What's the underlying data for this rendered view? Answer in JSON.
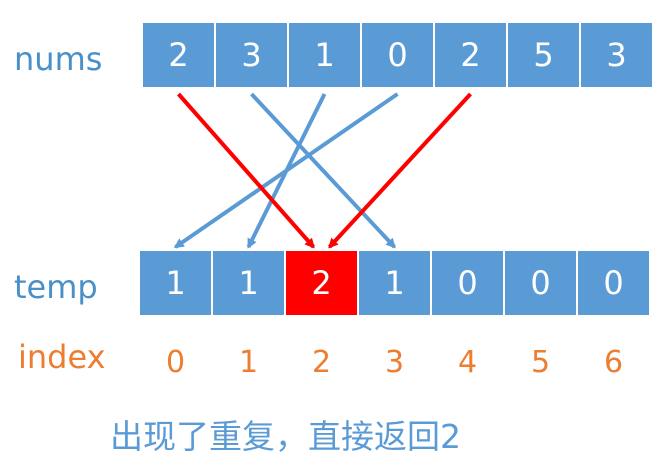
{
  "labels": {
    "nums": "nums",
    "temp": "temp",
    "index": "index"
  },
  "nums": [
    "2",
    "3",
    "1",
    "0",
    "2",
    "5",
    "3"
  ],
  "temp": [
    "1",
    "1",
    "2",
    "1",
    "0",
    "0",
    "0"
  ],
  "index": [
    "0",
    "1",
    "2",
    "3",
    "4",
    "5",
    "6"
  ],
  "highlight_temp_index": 2,
  "caption": "出现了重复，直接返回2",
  "arrows": [
    {
      "from_nums": 0,
      "to_temp": 2,
      "kind": "duplicate"
    },
    {
      "from_nums": 1,
      "to_temp": 3,
      "kind": "count"
    },
    {
      "from_nums": 2,
      "to_temp": 1,
      "kind": "count"
    },
    {
      "from_nums": 3,
      "to_temp": 0,
      "kind": "count"
    },
    {
      "from_nums": 4,
      "to_temp": 2,
      "kind": "duplicate"
    }
  ],
  "colors": {
    "cell_fill": "#5b9bd5",
    "cell_highlight": "#ff0000",
    "cell_stroke": "#ffffff",
    "label_blue": "#4a90c8",
    "label_orange": "#ed7d31",
    "arrow_blue": "#5b9bd5",
    "arrow_red": "#ff0000"
  }
}
